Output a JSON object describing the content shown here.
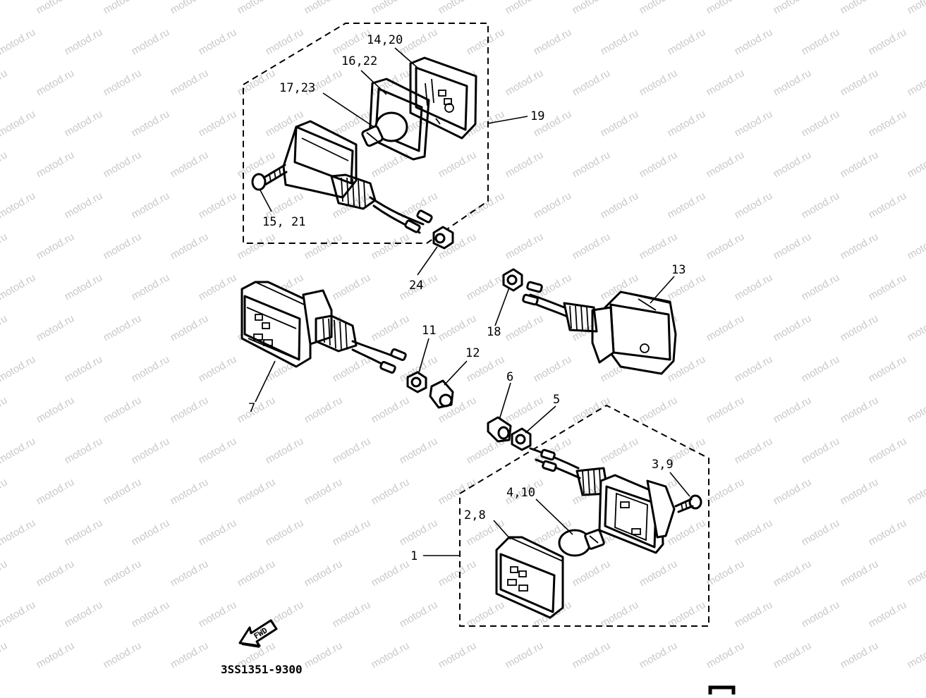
{
  "watermark": "motod.ru",
  "diagram_code": "3SS1351-9300",
  "fwd_label": "FWD",
  "callouts": {
    "c1": "1",
    "c2_8": "2,8",
    "c3_9": "3,9",
    "c4_10": "4,10",
    "c5": "5",
    "c6": "6",
    "c7": "7",
    "c11": "11",
    "c12": "12",
    "c13": "13",
    "c14_20": "14,20",
    "c15_21": "15, 21",
    "c16_22": "16,22",
    "c17_23": "17,23",
    "c18": "18",
    "c19": "19",
    "c24": "24"
  }
}
